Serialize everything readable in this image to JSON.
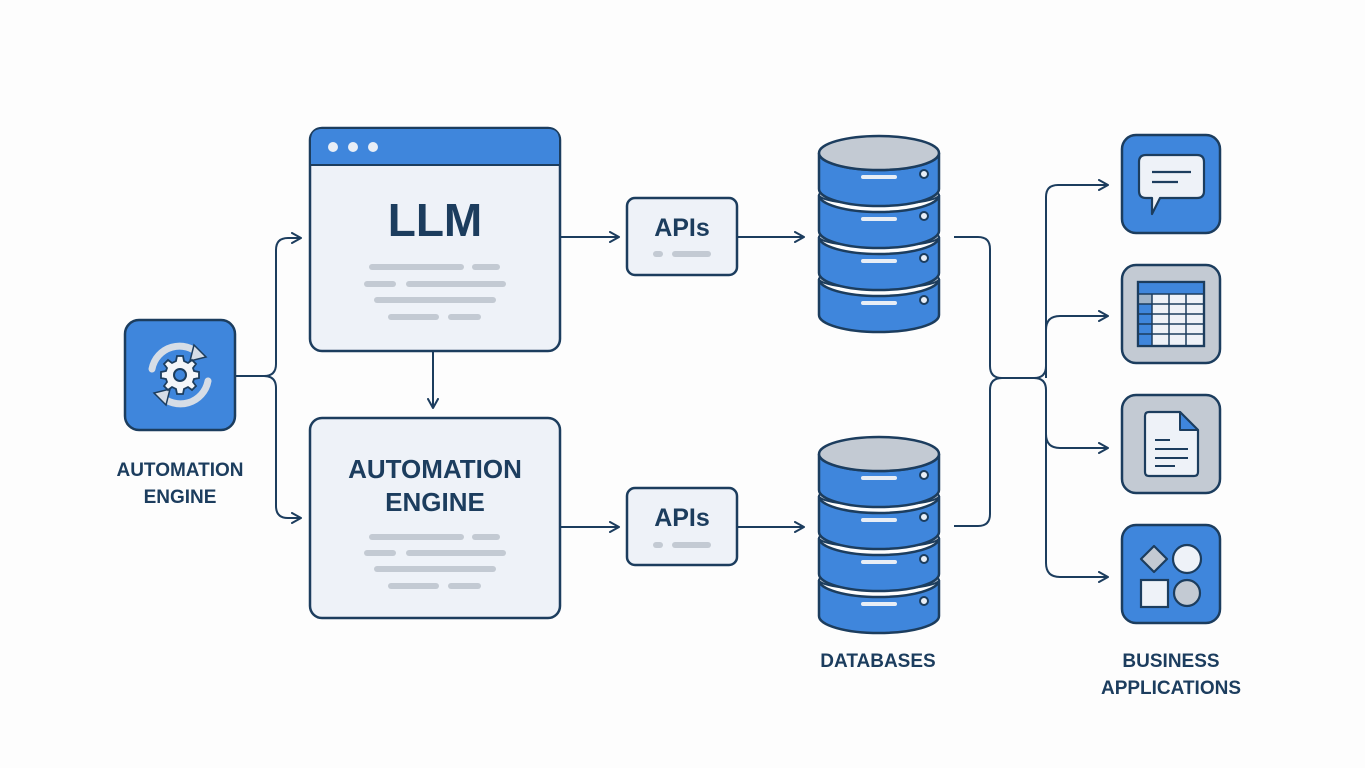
{
  "diagram": {
    "source": {
      "label_line1": "AUTOMATION",
      "label_line2": "ENGINE",
      "icon": "gear-cycle-icon"
    },
    "llm_window": {
      "title": "LLM",
      "icon": "browser-window-icon"
    },
    "engine_window": {
      "title_line1": "AUTOMATION",
      "title_line2": "ENGINE"
    },
    "apis_top": {
      "label": "APIs"
    },
    "apis_bottom": {
      "label": "APIs"
    },
    "databases": {
      "label": "DATABASES",
      "icon": "database-stack-icon",
      "count": 2
    },
    "business_apps": {
      "label_line1": "BUSINESS",
      "label_line2": "APPLICATIONS",
      "items": [
        {
          "icon": "chat-bubble-icon",
          "name": "messaging"
        },
        {
          "icon": "spreadsheet-icon",
          "name": "spreadsheet"
        },
        {
          "icon": "document-icon",
          "name": "document"
        },
        {
          "icon": "shapes-icon",
          "name": "apps"
        }
      ]
    },
    "colors": {
      "primary_blue": "#3f86dc",
      "dark_navy": "#1c3d5e",
      "panel_bg": "#eef2f8",
      "gray": "#c3cad3"
    }
  }
}
